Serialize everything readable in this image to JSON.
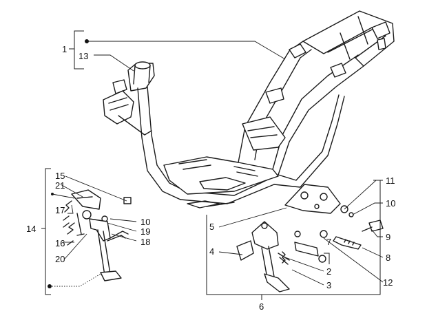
{
  "callouts": {
    "n1": "1",
    "n2": "2",
    "n3": "3",
    "n4": "4",
    "n5": "5",
    "n6": "6",
    "n7": "7",
    "n8": "8",
    "n9": "9",
    "n10a": "10",
    "n10b": "10",
    "n11": "11",
    "n12": "12",
    "n13": "13",
    "n14": "14",
    "n15": "15",
    "n16": "16",
    "n17": "17",
    "n18": "18",
    "n19": "19",
    "n20": "20",
    "n21": "21"
  },
  "colors": {
    "line": "#1a1a1a",
    "background": "#ffffff"
  }
}
